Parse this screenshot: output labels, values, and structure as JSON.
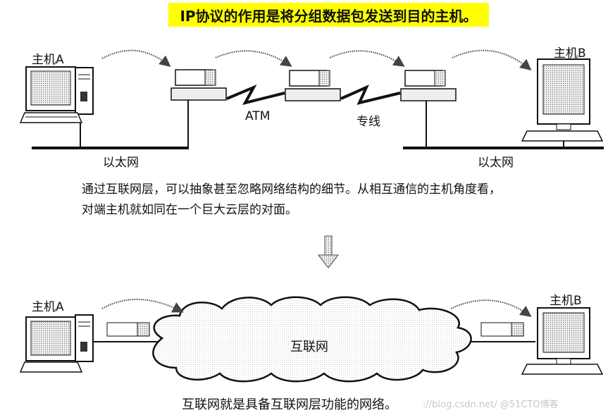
{
  "title": "IP协议的作用是将分组数据包发送到目的主机。",
  "top": {
    "host_a": "主机A",
    "host_b": "主机B",
    "link_atm": "ATM",
    "link_leased": "专线",
    "lan_left": "以太网",
    "lan_right": "以太网"
  },
  "paragraph": {
    "line1": "通过互联网层，可以抽象甚至忽略网络结构的细节。从相互通信的主机角度看，",
    "line2": "对端主机就如同在一个巨大云层的对面。"
  },
  "bottom": {
    "host_a": "主机A",
    "host_b": "主机B",
    "cloud": "互联网",
    "caption": "互联网就是具备互联网层功能的网络。"
  },
  "watermark": "://blog.csdn.net/ @51CTO博客",
  "colors": {
    "title_bg": "#ffff00"
  }
}
